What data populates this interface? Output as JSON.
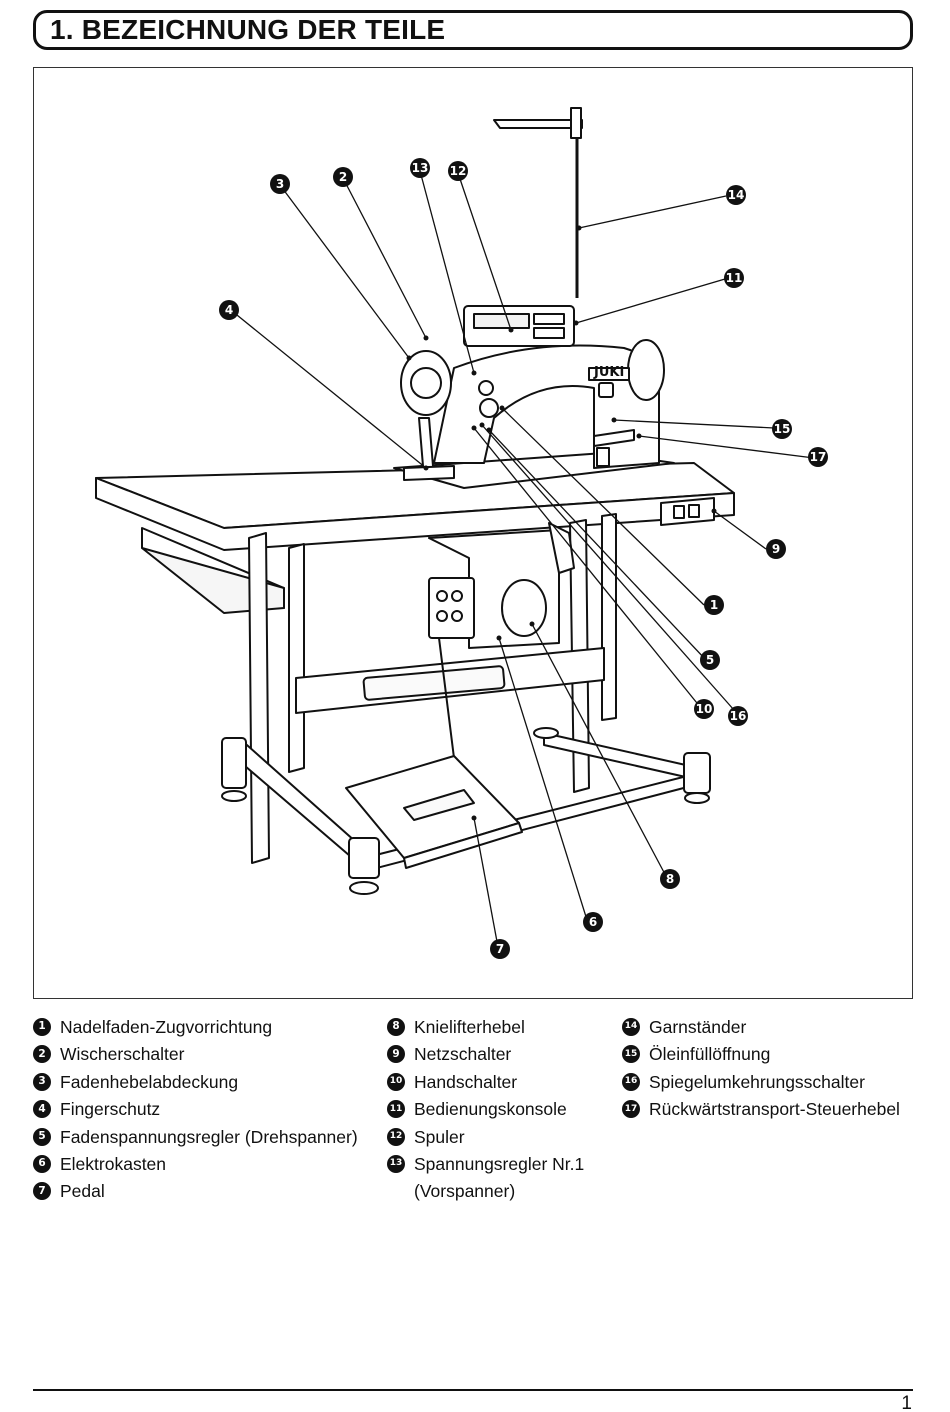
{
  "header": {
    "title": "1. BEZEICHNUNG DER TEILE"
  },
  "figure": {
    "brand_text": "JUKI",
    "callouts": [
      "1",
      "2",
      "3",
      "4",
      "5",
      "6",
      "7",
      "8",
      "9",
      "10",
      "11",
      "12",
      "13",
      "14",
      "15",
      "16",
      "17"
    ]
  },
  "legend": {
    "col1": [
      {
        "num": "1",
        "text": "Nadelfaden-Zugvorrichtung"
      },
      {
        "num": "2",
        "text": "Wischerschalter"
      },
      {
        "num": "3",
        "text": "Fadenhebelabdeckung"
      },
      {
        "num": "4",
        "text": "Fingerschutz"
      },
      {
        "num": "5",
        "text": "Fadenspannungsregler (Drehspanner)"
      },
      {
        "num": "6",
        "text": "Elektrokasten"
      },
      {
        "num": "7",
        "text": "Pedal"
      }
    ],
    "col2": [
      {
        "num": "8",
        "text": "Knielifterhebel"
      },
      {
        "num": "9",
        "text": "Netzschalter"
      },
      {
        "num": "10",
        "text": "Handschalter"
      },
      {
        "num": "11",
        "text": "Bedienungskonsole"
      },
      {
        "num": "12",
        "text": "Spuler"
      },
      {
        "num": "13",
        "text": "Spannungsregler Nr.1",
        "text2": "(Vorspanner)"
      }
    ],
    "col3": [
      {
        "num": "14",
        "text": "Garnständer"
      },
      {
        "num": "15",
        "text": "Öleinfüllöffnung"
      },
      {
        "num": "16",
        "text": "Spiegelumkehrungsschalter"
      },
      {
        "num": "17",
        "text": "Rückwärtstransport-Steuerhebel"
      }
    ]
  },
  "footer": {
    "page_number": "1"
  }
}
